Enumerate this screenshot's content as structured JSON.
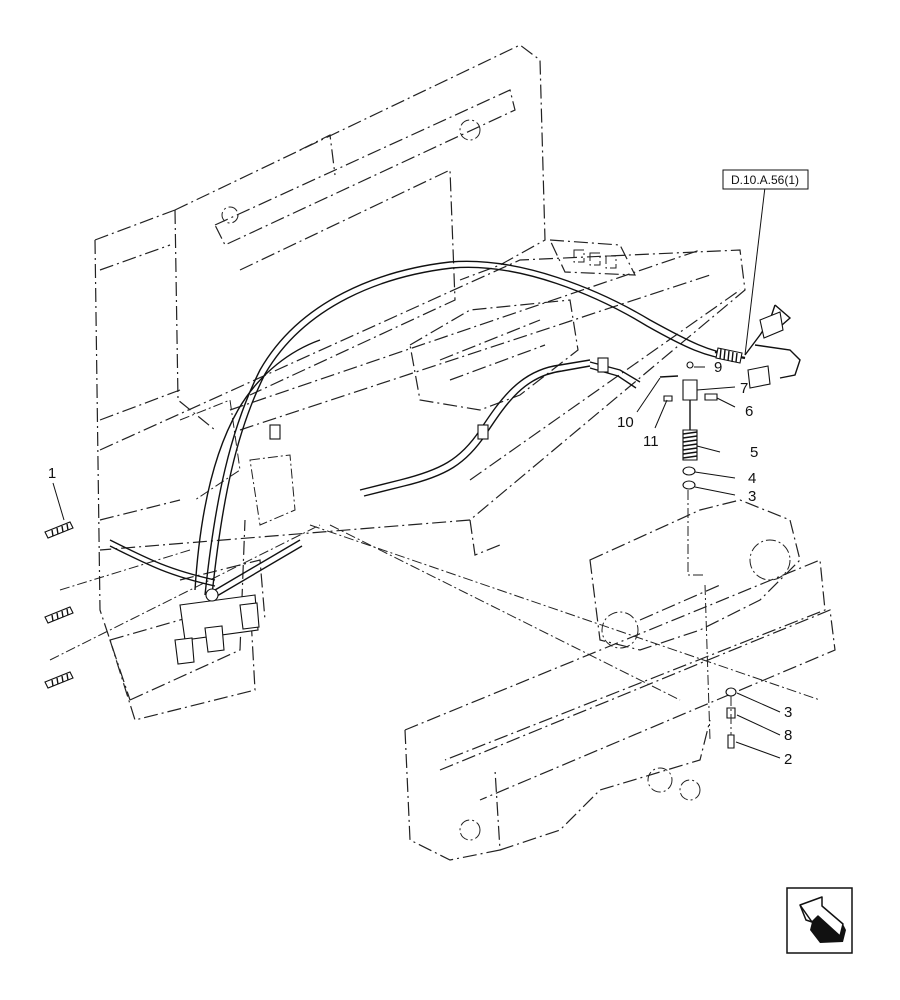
{
  "diagram": {
    "reference_box": "D.10.A.56(1)",
    "callouts": [
      {
        "id": "c1",
        "label": "1"
      },
      {
        "id": "c9",
        "label": "9"
      },
      {
        "id": "c7",
        "label": "7"
      },
      {
        "id": "c6",
        "label": "6"
      },
      {
        "id": "c10",
        "label": "10"
      },
      {
        "id": "c11",
        "label": "11"
      },
      {
        "id": "c5",
        "label": "5"
      },
      {
        "id": "c4",
        "label": "4"
      },
      {
        "id": "c3a",
        "label": "3"
      },
      {
        "id": "c3b",
        "label": "3"
      },
      {
        "id": "c8",
        "label": "8"
      },
      {
        "id": "c2",
        "label": "2"
      }
    ],
    "nav_icon": "direction-arrow-icon"
  }
}
